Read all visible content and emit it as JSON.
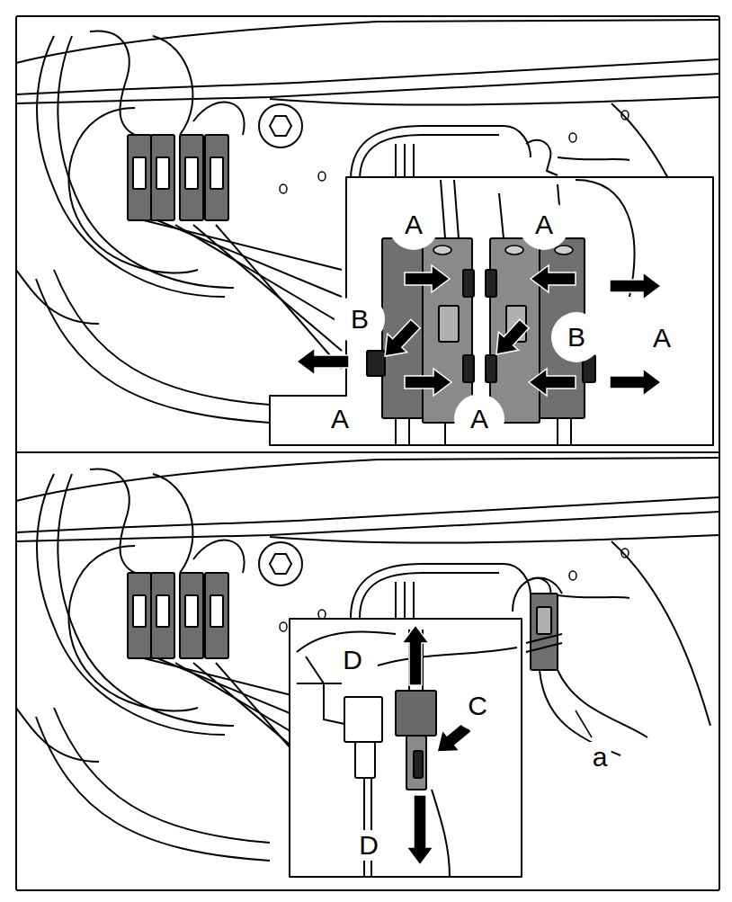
{
  "diagram": {
    "labels": [
      "A",
      "A",
      "B",
      "B",
      "A",
      "A",
      "A",
      "D",
      "C",
      "D",
      "a"
    ]
  }
}
